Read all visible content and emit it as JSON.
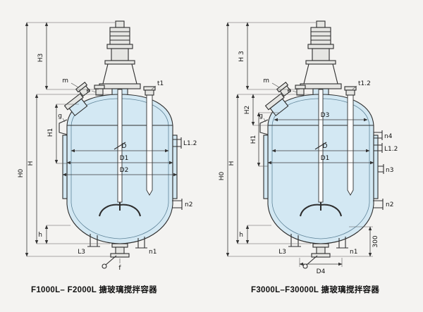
{
  "page": {
    "background": "#f4f3f1",
    "vessel_fill": "#d3e8f3",
    "line_color": "#2e2e2e"
  },
  "figures": [
    {
      "caption": "F1000L– F2000L 搪玻璃搅拌容器",
      "labels": {
        "H0": "H0",
        "H": "H",
        "H1": "H1",
        "H3": "H3",
        "h": "h",
        "D": "D",
        "D1": "D1",
        "D2": "D2",
        "m": "m",
        "e": "e",
        "g": "g",
        "t1": "t1",
        "L12": "L1.2",
        "L3": "L3",
        "n1": "n1",
        "n2": "n2",
        "f": "f"
      }
    },
    {
      "caption": "F3000L–F30000L 搪玻璃搅拌容器",
      "labels": {
        "H0": "H0",
        "H": "H",
        "H1": "H1",
        "H2": "H2",
        "H3": "H 3",
        "h": "h",
        "D": "D",
        "D1": "D1",
        "D3": "D3",
        "D4": "D4",
        "m": "m",
        "e": "e",
        "g": "g",
        "t12": "t1.2",
        "L12": "L1.2",
        "L3": "L3",
        "n1": "n1",
        "n2": "n2",
        "n3": "n3",
        "n4": "n4",
        "dim300": "300"
      }
    }
  ]
}
